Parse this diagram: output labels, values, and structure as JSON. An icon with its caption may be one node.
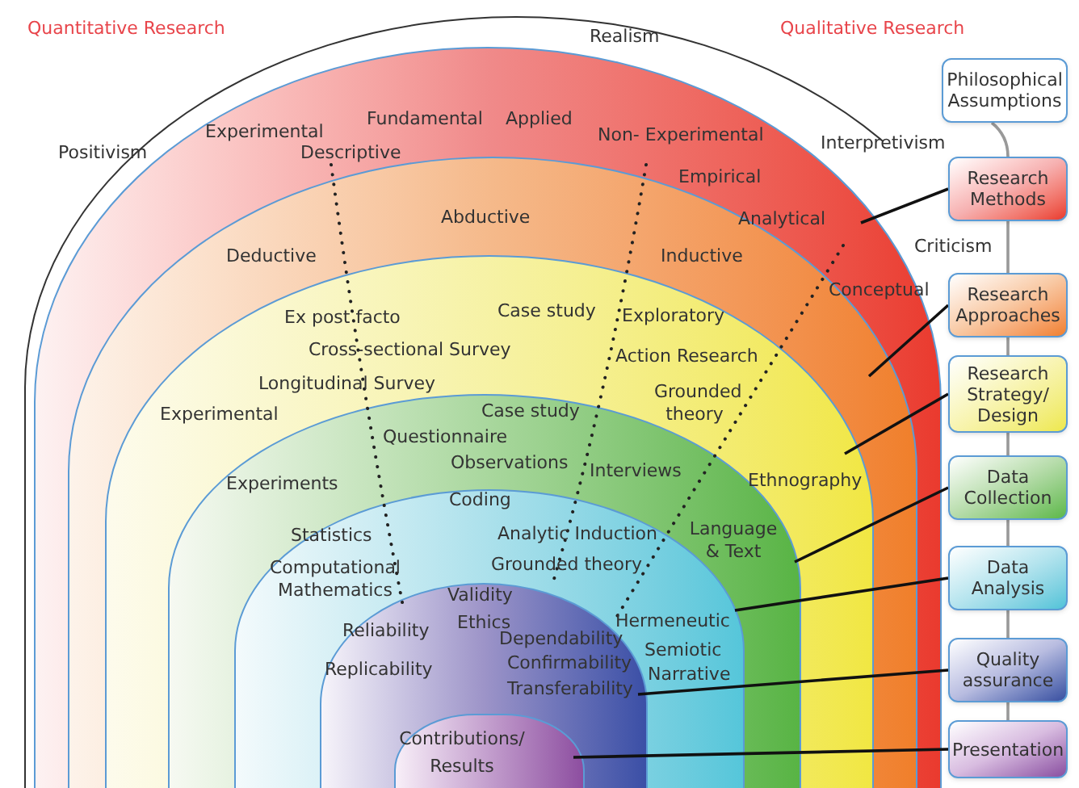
{
  "diagram": {
    "nodes": [
      {
        "text": [],
        "shape": "arch"
      },
      {
        "text": [],
        "shape": "arch",
        "in": 0
      },
      {
        "text": [],
        "shape": "arch",
        "in": 1
      },
      {
        "text": [],
        "shape": "arch",
        "in": 2
      },
      {
        "text": [],
        "shape": "arch",
        "in": 3
      },
      {
        "text": [],
        "shape": "arch",
        "in": 4
      },
      {
        "text": [],
        "shape": "arch",
        "in": 5
      },
      {
        "text": [],
        "shape": "arch",
        "in": 6
      },
      {
        "text": [
          "Philosophical Assumptions"
        ]
      },
      {
        "text": [
          "Research Methods"
        ]
      },
      {
        "text": [
          "Research Approaches"
        ]
      },
      {
        "text": [
          "Research Strategy/ Design"
        ]
      },
      {
        "text": [
          "Data Collection"
        ]
      },
      {
        "text": [
          "Data Analysis"
        ]
      },
      {
        "text": [
          "Quality assurance"
        ]
      },
      {
        "text": [
          "Presentation"
        ]
      }
    ],
    "edges": [
      {
        "from": 8,
        "to": 9,
        "arrow": "none",
        "color": "#999999"
      },
      {
        "from": 9,
        "to": 10,
        "arrow": "none",
        "color": "#999999"
      },
      {
        "from": 10,
        "to": 11,
        "arrow": "none",
        "color": "#999999"
      },
      {
        "from": 11,
        "to": 12,
        "arrow": "none",
        "color": "#999999"
      },
      {
        "from": 12,
        "to": 13,
        "arrow": "none",
        "color": "#999999"
      },
      {
        "from": 13,
        "to": 14,
        "arrow": "none",
        "color": "#999999"
      },
      {
        "from": 14,
        "to": 15,
        "arrow": "none",
        "color": "#999999"
      },
      {
        "from": 9,
        "to": 1,
        "arrow": "none",
        "color": "#111111"
      },
      {
        "from": 10,
        "to": 2,
        "arrow": "none",
        "color": "#111111"
      },
      {
        "from": 11,
        "to": 3,
        "arrow": "none",
        "color": "#111111"
      },
      {
        "from": 12,
        "to": 4,
        "arrow": "none",
        "color": "#111111"
      },
      {
        "from": 13,
        "to": 5,
        "arrow": "none",
        "color": "#111111"
      },
      {
        "from": 14,
        "to": 6,
        "arrow": "none",
        "color": "#111111"
      },
      {
        "from": 15,
        "to": 7,
        "arrow": "none",
        "color": "#111111"
      }
    ],
    "labels": [
      "Quantitative Research",
      "Realism",
      "Qualitative Research",
      "Positivism",
      "Experimental",
      "Fundamental",
      "Applied",
      "Non- Experimental",
      "Interpretivism",
      "Descriptive",
      "Empirical",
      "Abductive",
      "Analytical",
      "Criticism",
      "Deductive",
      "Inductive",
      "Conceptual",
      "Ex post facto",
      "Case study",
      "Exploratory",
      "Cross-sectional Survey",
      "Action Research",
      "Longitudinal Survey",
      "Experimental",
      "Case study",
      "Grounded theory",
      "Questionnaire",
      "Experiments",
      "Observations",
      "Interviews",
      "Ethnography",
      "Coding",
      "Statistics",
      "Analytic Induction",
      "Language & Text",
      "Computational Mathematics",
      "Grounded theory",
      "Validity",
      "Hermeneutic",
      "Reliability",
      "Ethics",
      "Dependability",
      "Semiotic",
      "Replicability",
      "Confirmability",
      "Narrative",
      "Transferability",
      "Contributions/ Results"
    ]
  }
}
